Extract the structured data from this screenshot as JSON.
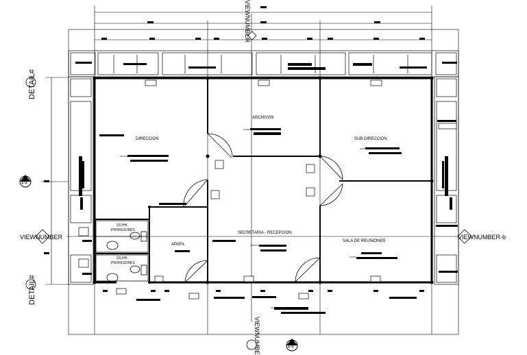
{
  "rooms": {
    "direccion": "DIRECCION",
    "archivos": "ARCHIVOS",
    "subdireccion": "SUB DIRECCION",
    "secretaria": "SECRETARIA - RECEPCION",
    "sala_reuniones": "SALA DE REUNIONES",
    "apafa": "APAFA",
    "sshh_1_line1": "SS.HH.",
    "sshh_1_line2": "PROFESORES",
    "sshh_2_line1": "SS.HH.",
    "sshh_2_line2": "PROFESORES"
  },
  "markers": {
    "detail_top": "DETAIL#",
    "detail_bottom": "DETAIL#",
    "view_left": "VIEWNUMBER",
    "view_right": "VIEWNUMBER-b",
    "view_top": "VIEWNUMBER",
    "view_bottom": "VIEWNUMBER",
    "section_left": "1-1",
    "section_bottom": "1-1"
  }
}
